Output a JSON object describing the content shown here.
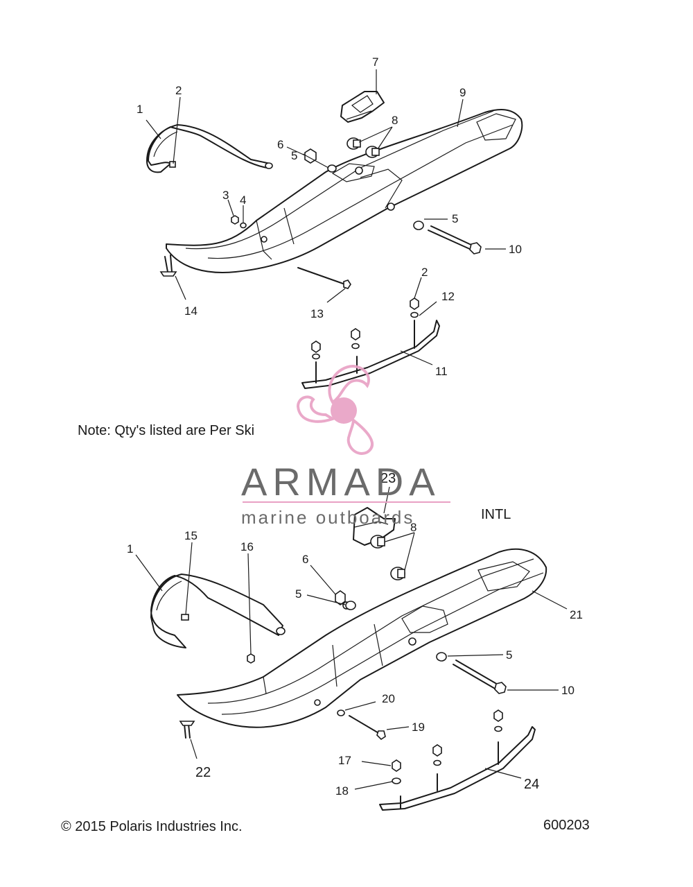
{
  "note": "Note: Qty's listed are Per Ski",
  "variant_label": "INTL",
  "copyright": "© 2015 Polaris Industries Inc.",
  "doc_number": "600203",
  "watermark": {
    "brand": "ARMADA",
    "tagline": "marine outboards",
    "brand_color": "#6b6b6b",
    "accent_color": "#e8a0c4"
  },
  "callouts_top": [
    "1",
    "2",
    "3",
    "4",
    "5",
    "5",
    "6",
    "7",
    "8",
    "9",
    "10",
    "11",
    "12",
    "13",
    "14",
    "2"
  ],
  "callouts_bottom": [
    "1",
    "15",
    "16",
    "6",
    "5",
    "5",
    "8",
    "10",
    "17",
    "18",
    "19",
    "20",
    "21",
    "22",
    "23",
    "24"
  ]
}
